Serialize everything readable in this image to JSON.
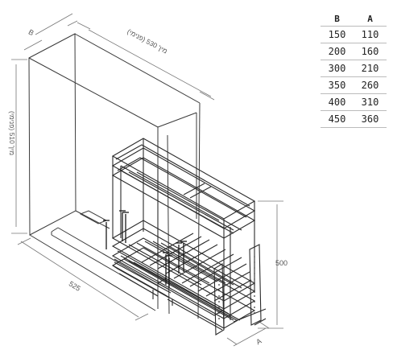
{
  "dimension_table": {
    "headers": [
      "B",
      "A"
    ],
    "rows": [
      [
        "150",
        "110"
      ],
      [
        "200",
        "160"
      ],
      [
        "300",
        "210"
      ],
      [
        "350",
        "260"
      ],
      [
        "400",
        "310"
      ],
      [
        "450",
        "360"
      ]
    ]
  },
  "dimensions": {
    "b": "B",
    "depth": "מין' 530 (פנימי)",
    "height_inner": "מין' 510 (פנימי)",
    "width": "525",
    "basket_height": "500",
    "a": "A"
  }
}
